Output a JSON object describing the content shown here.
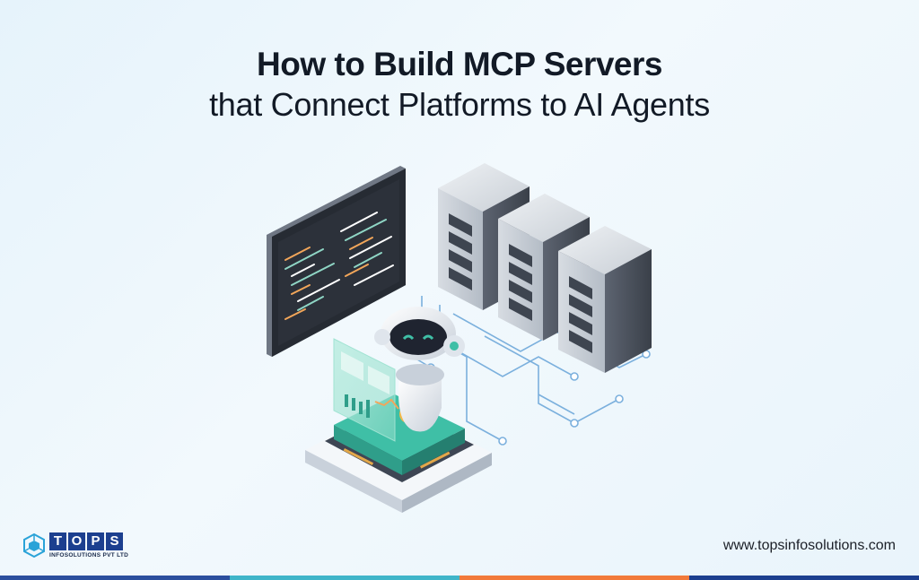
{
  "title": {
    "line1": "How to Build MCP Servers",
    "line2": "that Connect Platforms to AI Agents"
  },
  "logo": {
    "letters": [
      "T",
      "O",
      "P",
      "S"
    ],
    "subtitle": "INFOSOLUTIONS PVT LTD",
    "icon": "cube-network-icon"
  },
  "website": "www.topsinfosolutions.com",
  "illustration": {
    "elements": [
      "code-monitor",
      "server-rack",
      "server-rack",
      "server-rack",
      "robot-ai-agent",
      "holographic-dashboard",
      "pedestal-platform",
      "circuit-lines"
    ]
  },
  "colors": {
    "title": "#121a26",
    "logo_blue": "#1c3f8f",
    "teal": "#3fbfa6",
    "bottom_bar": [
      "#2c4f9e",
      "#3fb5c9",
      "#f27a3a",
      "#1c3f8f"
    ]
  }
}
